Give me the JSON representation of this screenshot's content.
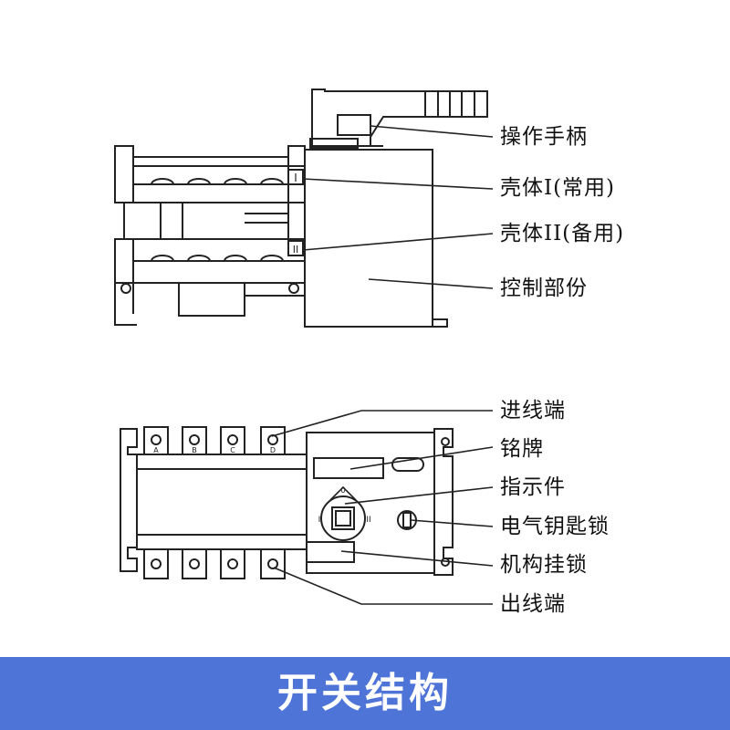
{
  "top_view": {
    "labels": {
      "handle": "操作手柄",
      "shell_1": "壳体I(常用)",
      "shell_2": "壳体II(备用)",
      "control": "控制部份"
    },
    "marks": {
      "shell_1_mark": "I",
      "shell_2_mark": "II"
    }
  },
  "front_view": {
    "labels": {
      "inlet": "进线端",
      "nameplate": "铭牌",
      "indicator": "指示件",
      "key_lock": "电气钥匙锁",
      "padlock": "机构挂锁",
      "outlet": "出线端"
    },
    "terminal_letters": [
      "A",
      "B",
      "C",
      "D"
    ],
    "dial_marks": {
      "top": "0",
      "left": "I",
      "right": "II"
    }
  },
  "footer": {
    "title": "开关结构"
  },
  "colors": {
    "banner": "#4d74d6",
    "line": "#222222"
  }
}
